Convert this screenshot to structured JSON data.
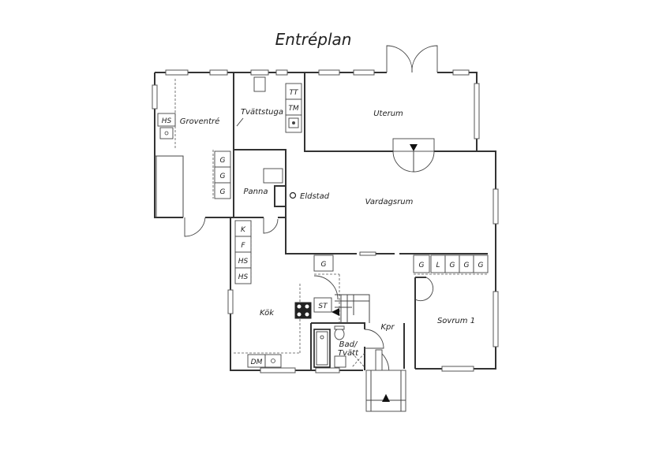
{
  "title": "Entréplan",
  "rooms": {
    "groventre": "Groventré",
    "tvattstuga": "Tvättstuga",
    "uterum": "Uterum",
    "panna": "Panna",
    "eldstad": "Eldstad",
    "vardagsrum": "Vardagsrum",
    "kok": "Kök",
    "sovrum": "Sovrum 1",
    "kpr": "Kpr",
    "bad_line1": "Bad/",
    "bad_line2": "Tvätt"
  },
  "fixtures": {
    "hs": "HS",
    "tt": "TT",
    "tm": "TM",
    "g": "G",
    "k": "K",
    "f": "F",
    "l": "L",
    "st": "ST",
    "dm": "DM"
  }
}
